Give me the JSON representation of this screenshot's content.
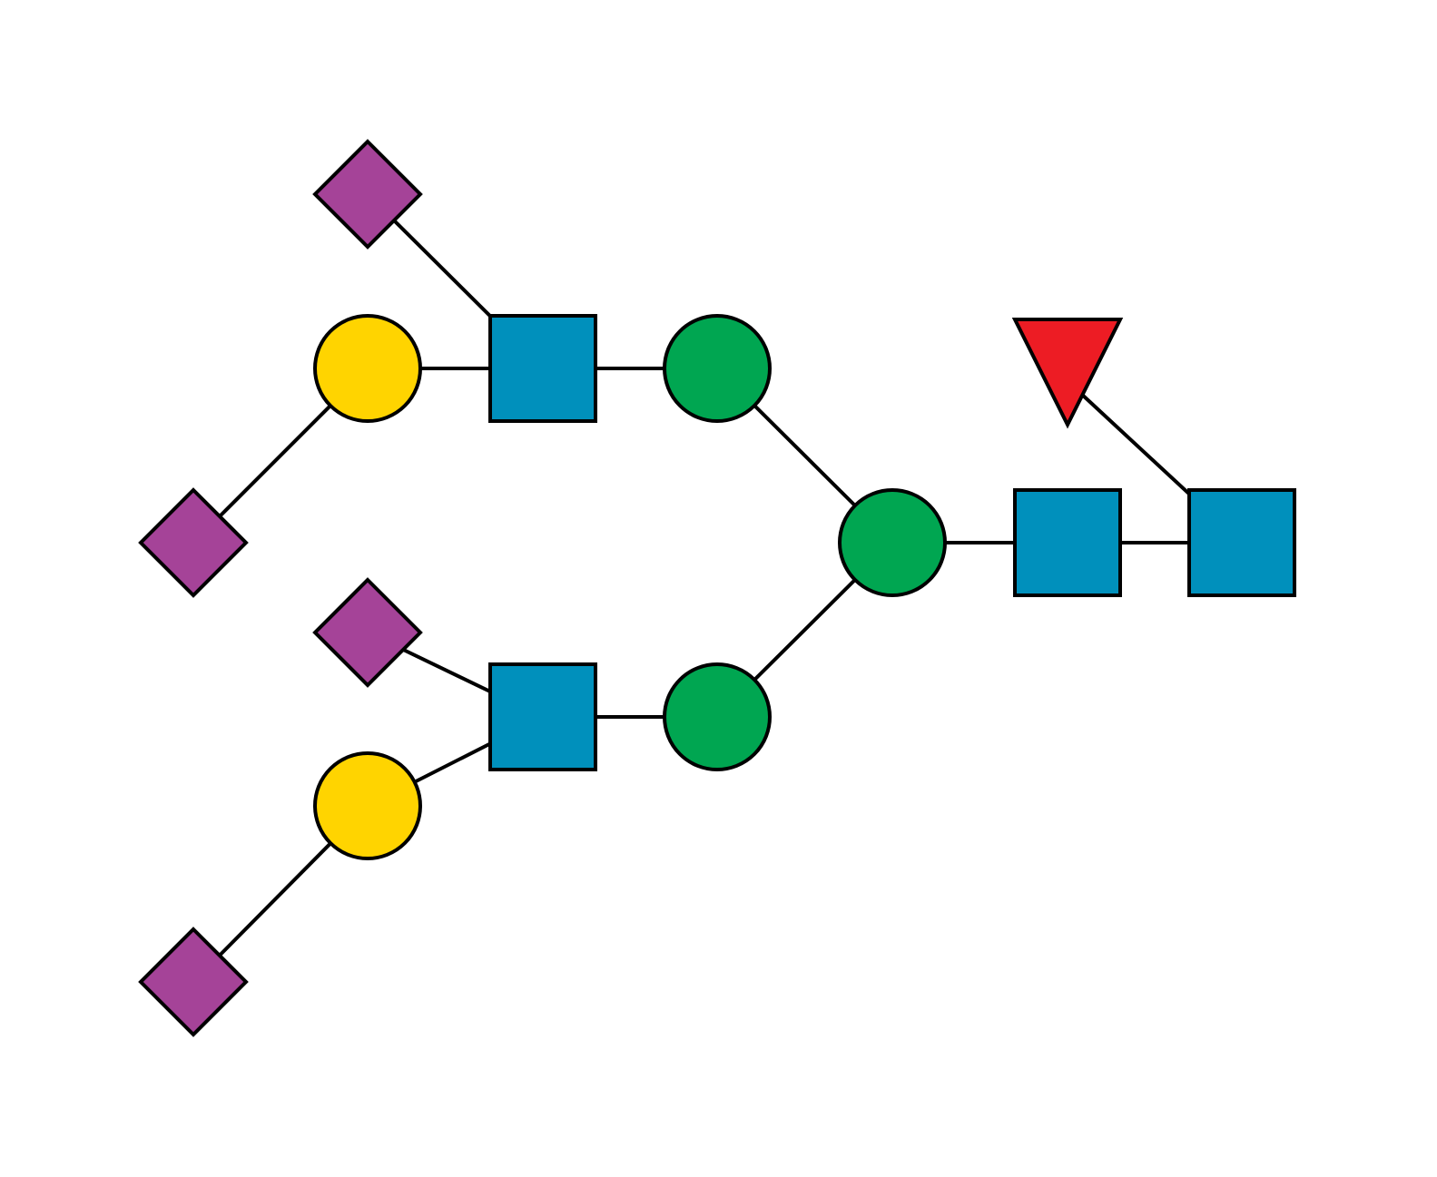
{
  "diagram": {
    "type": "glycan-snfg",
    "colors": {
      "sialic_acid_diamond": "#a54398",
      "galactose_circle": "#ffd400",
      "glcnac_square": "#0090bc",
      "mannose_circle": "#00a651",
      "fucose_triangle": "#ed1c24",
      "outline": "#000000"
    },
    "nodes": [
      {
        "id": "neu-top",
        "shape": "diamond",
        "color_key": "sialic_acid_diamond",
        "icon": "purple-diamond-icon"
      },
      {
        "id": "gal-upper",
        "shape": "circle",
        "color_key": "galactose_circle",
        "icon": "yellow-circle-icon"
      },
      {
        "id": "neu-upper-left",
        "shape": "diamond",
        "color_key": "sialic_acid_diamond",
        "icon": "purple-diamond-icon"
      },
      {
        "id": "glcnac-upper",
        "shape": "square",
        "color_key": "glcnac_square",
        "icon": "blue-square-icon"
      },
      {
        "id": "man-upper",
        "shape": "circle",
        "color_key": "mannose_circle",
        "icon": "green-circle-icon"
      },
      {
        "id": "man-core",
        "shape": "circle",
        "color_key": "mannose_circle",
        "icon": "green-circle-icon"
      },
      {
        "id": "neu-mid",
        "shape": "diamond",
        "color_key": "sialic_acid_diamond",
        "icon": "purple-diamond-icon"
      },
      {
        "id": "glcnac-lower",
        "shape": "square",
        "color_key": "glcnac_square",
        "icon": "blue-square-icon"
      },
      {
        "id": "man-lower",
        "shape": "circle",
        "color_key": "mannose_circle",
        "icon": "green-circle-icon"
      },
      {
        "id": "gal-lower",
        "shape": "circle",
        "color_key": "galactose_circle",
        "icon": "yellow-circle-icon"
      },
      {
        "id": "neu-bottom",
        "shape": "diamond",
        "color_key": "sialic_acid_diamond",
        "icon": "purple-diamond-icon"
      },
      {
        "id": "glcnac-core-1",
        "shape": "square",
        "color_key": "glcnac_square",
        "icon": "blue-square-icon"
      },
      {
        "id": "glcnac-core-2",
        "shape": "square",
        "color_key": "glcnac_square",
        "icon": "blue-square-icon"
      },
      {
        "id": "fuc",
        "shape": "triangle",
        "color_key": "fucose_triangle",
        "icon": "red-triangle-icon"
      }
    ],
    "edges": [
      [
        "neu-top",
        "glcnac-upper"
      ],
      [
        "gal-upper",
        "glcnac-upper"
      ],
      [
        "neu-upper-left",
        "gal-upper"
      ],
      [
        "glcnac-upper",
        "man-upper"
      ],
      [
        "man-upper",
        "man-core"
      ],
      [
        "neu-mid",
        "glcnac-lower"
      ],
      [
        "gal-lower",
        "glcnac-lower"
      ],
      [
        "neu-bottom",
        "gal-lower"
      ],
      [
        "glcnac-lower",
        "man-lower"
      ],
      [
        "man-lower",
        "man-core"
      ],
      [
        "man-core",
        "glcnac-core-1"
      ],
      [
        "glcnac-core-1",
        "glcnac-core-2"
      ],
      [
        "fuc",
        "glcnac-core-2"
      ]
    ]
  }
}
